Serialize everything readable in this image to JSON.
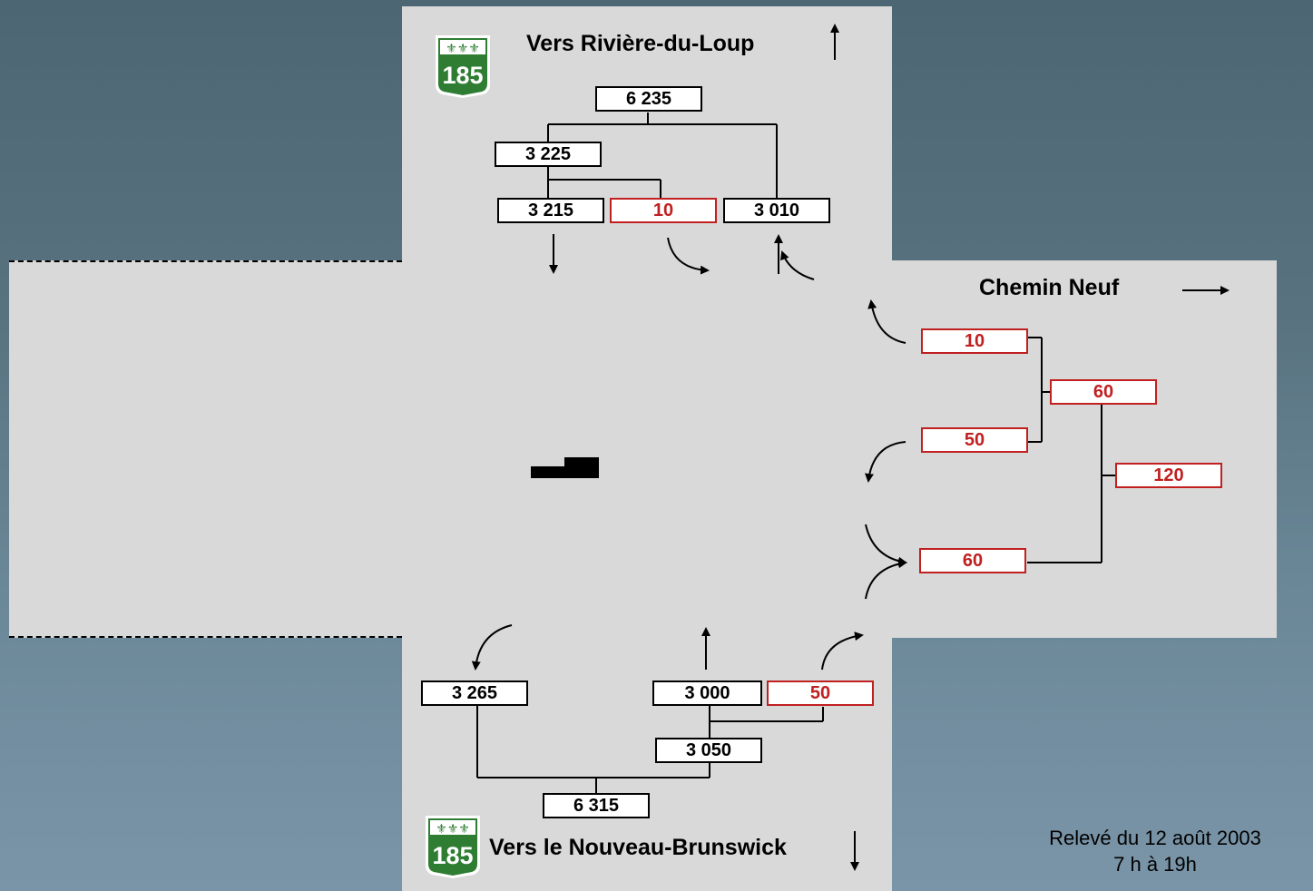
{
  "route_number": "185",
  "north": {
    "label": "Vers Rivière-du-Loup",
    "total": "6 235",
    "in_total": "3 225",
    "through": "3 215",
    "right_turn": "10",
    "out": "3 010"
  },
  "east": {
    "label": "Chemin Neuf",
    "out_left": "10",
    "in_total": "60",
    "out_right": "50",
    "grand_total": "120",
    "out_total": "60"
  },
  "south": {
    "label": "Vers le Nouveau-Brunswick",
    "total": "6 315",
    "out": "3 265",
    "through": "3 000",
    "left_turn": "50",
    "in_total": "3 050"
  },
  "survey": {
    "line1": "Relevé du 12 août 2003",
    "line2": "7 h à 19h"
  },
  "colors": {
    "road": "#d9d9d9",
    "highlight": "#c02020",
    "shield": "#2e7d32"
  }
}
